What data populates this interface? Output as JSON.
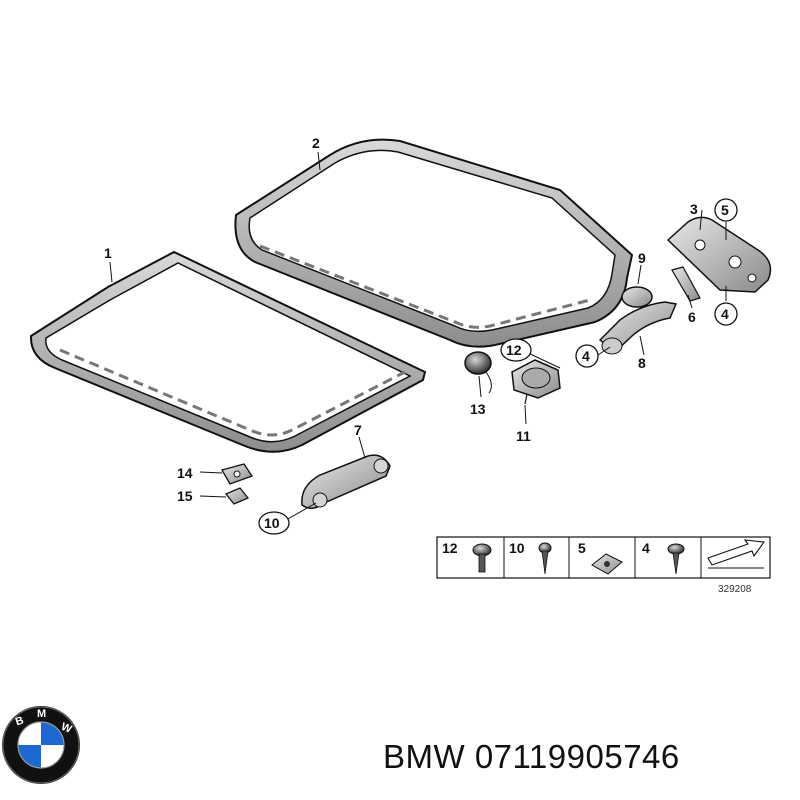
{
  "diagram": {
    "part_callouts": {
      "c1": "1",
      "c2": "2",
      "c3": "3",
      "c5": "5",
      "c9": "9",
      "c6": "6",
      "c4a": "4",
      "c12": "12",
      "c4b": "4",
      "c8": "8",
      "c13": "13",
      "c11": "11",
      "c7": "7",
      "c14": "14",
      "c15": "15",
      "c10": "10"
    },
    "hardware_legend": {
      "items": [
        {
          "number": "12",
          "icon": "screw-icon"
        },
        {
          "number": "10",
          "icon": "screw-icon"
        },
        {
          "number": "5",
          "icon": "clip-nut-icon"
        },
        {
          "number": "4",
          "icon": "screw-icon"
        }
      ],
      "figure_number": "329208"
    },
    "footer": {
      "brand_logo": "bmw-roundel-logo",
      "caption": "BMW 07119905746"
    },
    "colors": {
      "line": "#111111",
      "part_fill": "#bdbdbd",
      "part_shade": "#8a8a8a",
      "logo_blue": "#1c69d4"
    }
  }
}
